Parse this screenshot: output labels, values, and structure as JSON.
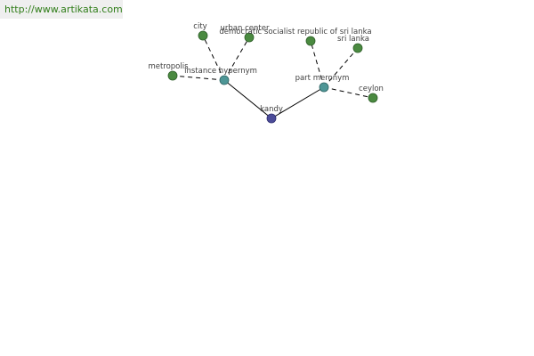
{
  "header": {
    "url": "http://www.artikata.com"
  },
  "graph": {
    "colors": {
      "root_node": "#4c4c99",
      "relation_node": "#4e9696",
      "leaf_node": "#4a8a40",
      "edge": "#000000"
    },
    "nodes": {
      "root": {
        "label": "kandy"
      },
      "hypernym": {
        "label": "instance hypernym"
      },
      "meronym": {
        "label": "part meronym"
      },
      "city": {
        "label": "city"
      },
      "urban_center": {
        "label": "urban center"
      },
      "metropolis": {
        "label": "metropolis"
      },
      "sri_lanka_full": {
        "label": "democratic socialist republic of sri lanka"
      },
      "sri_lanka": {
        "label": "sri lanka"
      },
      "ceylon": {
        "label": "ceylon"
      }
    }
  }
}
